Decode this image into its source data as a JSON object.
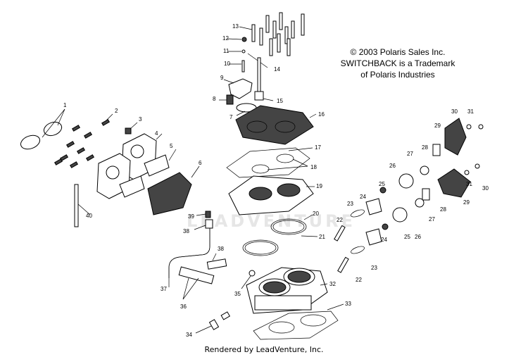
{
  "copyright": {
    "line1": "© 2003 Polaris Sales Inc.",
    "line2": "SWITCHBACK is a Trademark",
    "line3": "of Polaris Industries"
  },
  "watermark": "LEADVENTURE",
  "footer": "Rendered by LeadVenture, Inc.",
  "callouts": [
    "1",
    "2",
    "3",
    "4",
    "5",
    "6",
    "7",
    "8",
    "9",
    "10",
    "11",
    "12",
    "13",
    "14",
    "15",
    "16",
    "17",
    "18",
    "19",
    "20",
    "21",
    "22",
    "22",
    "23",
    "23",
    "24",
    "24",
    "25",
    "25",
    "26",
    "26",
    "27",
    "27",
    "28",
    "28",
    "29",
    "29",
    "30",
    "30",
    "31",
    "31",
    "32",
    "33",
    "34",
    "35",
    "36",
    "37",
    "38",
    "38",
    "39",
    "40"
  ]
}
